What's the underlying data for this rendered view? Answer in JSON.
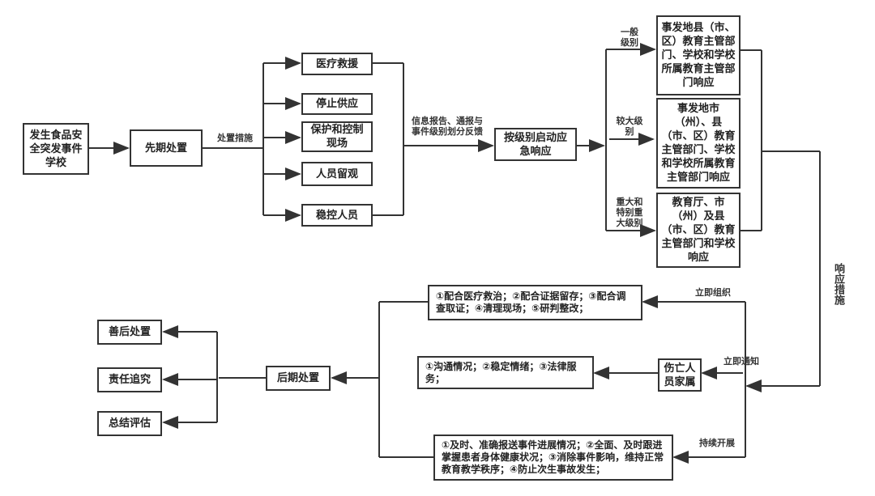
{
  "start": "发生食品安全突发事件学校",
  "initial": "先期处置",
  "measures_label": "处置措施",
  "measures": [
    "医疗救援",
    "停止供应",
    "保护和控制现场",
    "人员留观",
    "稳控人员"
  ],
  "report_label": "信息报告、通报与事件级别划分反馈",
  "activate": "按级别启动应急响应",
  "levels": [
    {
      "label": "一般级别",
      "response": "事发地县（市、区）教育主管部门、学校和学校所属教育主管部门响应"
    },
    {
      "label": "较大级别",
      "response": "事发地市（州）、县（市、区）教育主管部门、学校和学校所属教育主管部门响应"
    },
    {
      "label": "重大和特别重大级别",
      "response": "教育厅、市（州）及县（市、区）教育主管部门和学校响应"
    }
  ],
  "response_measures": "响应措施",
  "actions": [
    {
      "label": "立即组织",
      "text": "①配合医疗救治；②配合证据留存；③配合调查取证；④清理现场；⑤研判整改；"
    },
    {
      "label": "立即通知",
      "target": "伤亡人员家属",
      "text": "①沟通情况；②稳定情绪；③法律服务；"
    },
    {
      "label": "持续开展",
      "text": "①及时、准确报送事件进展情况；②全面、及时跟进掌握患者身体健康状况；③消除事件影响，维持正常教育教学秩序；④防止次生事故发生；"
    }
  ],
  "aftermath": "后期处置",
  "outcomes": [
    "善后处置",
    "责任追究",
    "总结评估"
  ]
}
